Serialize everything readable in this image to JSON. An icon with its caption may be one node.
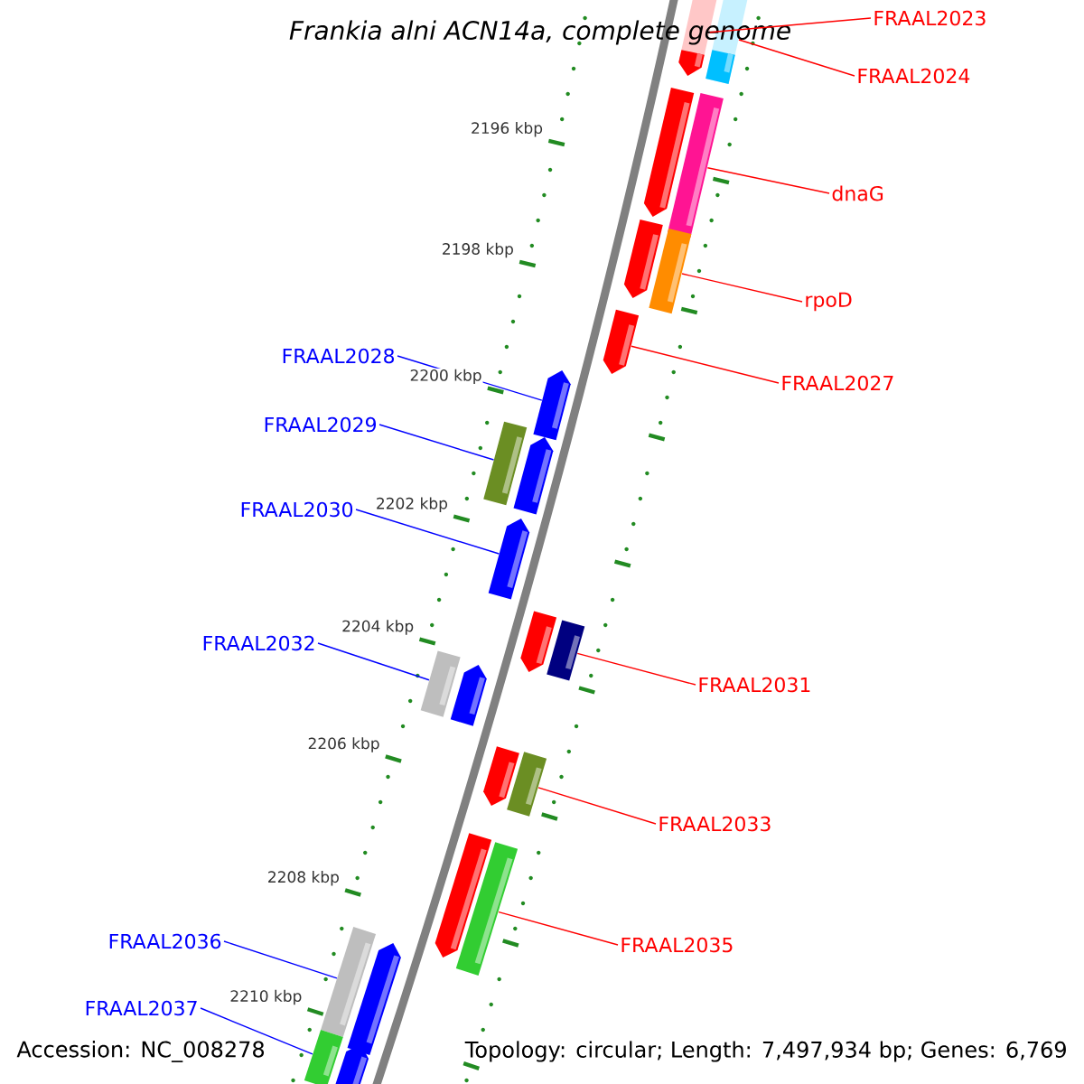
{
  "diagram": {
    "title": "*Frankia alni* ACN14a, complete genome",
    "nodes": [
      {
        "text": [],
        "shape": "bar"
      },
      {
        "text": [],
        "shape": "bar"
      },
      {
        "text": [],
        "shape": "bar"
      },
      {
        "text": [],
        "shape": "bar"
      },
      {
        "text": [],
        "shape": "bar"
      },
      {
        "text": [],
        "shape": "bar"
      },
      {
        "text": [],
        "shape": "bar"
      },
      {
        "text": [],
        "shape": "bar"
      },
      {
        "text": [],
        "shape": "bar"
      },
      {
        "text": [],
        "shape": "bar"
      },
      {
        "text": [],
        "shape": "bar"
      },
      {
        "text": [],
        "shape": "bar"
      },
      {
        "text": [],
        "shape": "bar"
      },
      {
        "text": [],
        "shape": "bar"
      },
      {
        "text": [],
        "shape": "bar"
      },
      {
        "text": [],
        "shape": "bar"
      },
      {
        "text": [],
        "shape": "bar"
      },
      {
        "text": [],
        "shape": "bar"
      },
      {
        "text": [],
        "shape": "bar"
      },
      {
        "text": [],
        "shape": "bar"
      },
      {
        "text": [],
        "shape": "bar"
      },
      {
        "text": [],
        "shape": "bar"
      },
      {
        "text": [],
        "shape": "bar"
      },
      {
        "text": [
          "FRAAL2023"
        ]
      },
      {
        "text": [
          "FRAAL2024"
        ]
      },
      {
        "text": [
          "dnaG"
        ]
      },
      {
        "text": [
          "rpoD"
        ]
      },
      {
        "text": [
          "FRAAL2028"
        ]
      },
      {
        "text": [
          "FRAAL2027"
        ]
      },
      {
        "text": [
          "FRAAL2029"
        ]
      },
      {
        "text": [
          "FRAAL2030"
        ]
      },
      {
        "text": [
          "FRAAL2032"
        ]
      },
      {
        "text": [
          "FRAAL2031"
        ]
      },
      {
        "text": [
          "FRAAL2033"
        ]
      },
      {
        "text": [
          "FRAAL2036"
        ]
      },
      {
        "text": [
          "FRAAL2035"
        ]
      },
      {
        "text": [
          "FRAAL2037"
        ]
      }
    ],
    "edges": [
      {
        "from": 23,
        "to": 0,
        "arrow": "none",
        "color": "#ff0000"
      },
      {
        "from": 24,
        "to": 1,
        "arrow": "none",
        "color": "#ff0000"
      },
      {
        "from": 25,
        "to": 3,
        "arrow": "none",
        "color": "#ff0000"
      },
      {
        "from": 26,
        "to": 5,
        "arrow": "none",
        "color": "#ff0000"
      },
      {
        "from": 27,
        "to": 7,
        "arrow": "none",
        "color": "#0000ff"
      },
      {
        "from": 28,
        "to": 6,
        "arrow": "none",
        "color": "#ff0000"
      },
      {
        "from": 29,
        "to": 8,
        "arrow": "none",
        "color": "#0000ff"
      },
      {
        "from": 30,
        "to": 10,
        "arrow": "none",
        "color": "#0000ff"
      },
      {
        "from": 31,
        "to": 13,
        "arrow": "none",
        "color": "#0000ff"
      },
      {
        "from": 32,
        "to": 12,
        "arrow": "none",
        "color": "#ff0000"
      },
      {
        "from": 33,
        "to": 16,
        "arrow": "none",
        "color": "#ff0000"
      },
      {
        "from": 34,
        "to": 19,
        "arrow": "none",
        "color": "#0000ff"
      },
      {
        "from": 35,
        "to": 18,
        "arrow": "none",
        "color": "#ff0000"
      },
      {
        "from": 36,
        "to": 21,
        "arrow": "none",
        "color": "#0000ff"
      }
    ],
    "labels": [
      "2196 kbp",
      "2198 kbp",
      "2200 kbp",
      "2202 kbp",
      "2204 kbp",
      "2206 kbp",
      "2208 kbp",
      "2210 kbp",
      "Accession: NC_008278",
      "Topology: circular; Length: 7,497,934 bp; Genes: 6,769"
    ]
  }
}
